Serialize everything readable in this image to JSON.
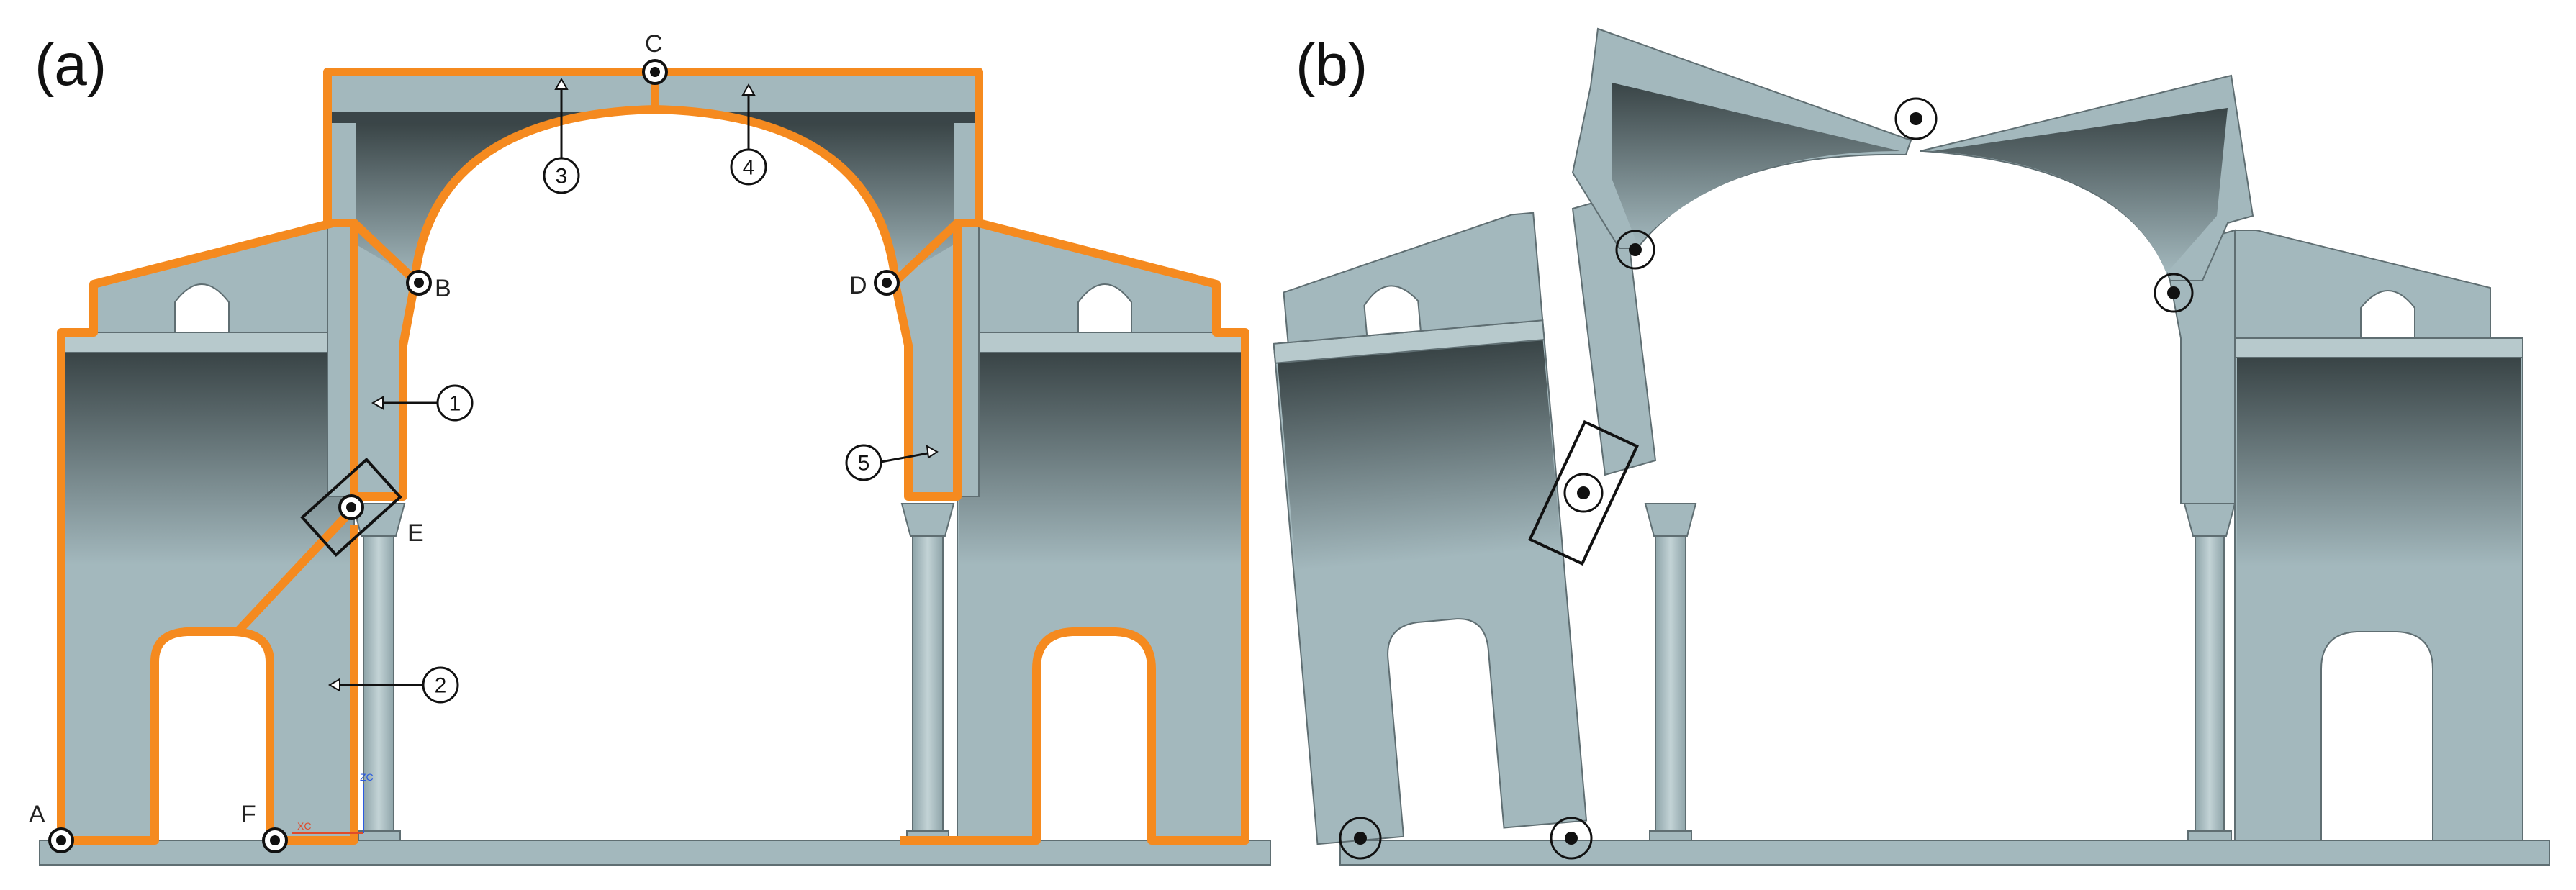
{
  "panels": {
    "a": {
      "label": "(a)"
    },
    "b": {
      "label": "(b)"
    }
  },
  "points": {
    "A": "A",
    "B": "B",
    "C": "C",
    "D": "D",
    "E": "E",
    "F": "F"
  },
  "markers": [
    "1",
    "2",
    "3",
    "4",
    "5"
  ],
  "axis_labels": {
    "x": "XC",
    "z": "ZC"
  },
  "colors": {
    "structure": "#a3b8bd",
    "structure_edge": "#5f6e72",
    "shadow_dark": "#394446",
    "outline": "#f58a1f",
    "hinge": "#111111",
    "axis_x": "#e04a2a",
    "axis_z": "#2a5ae0"
  }
}
